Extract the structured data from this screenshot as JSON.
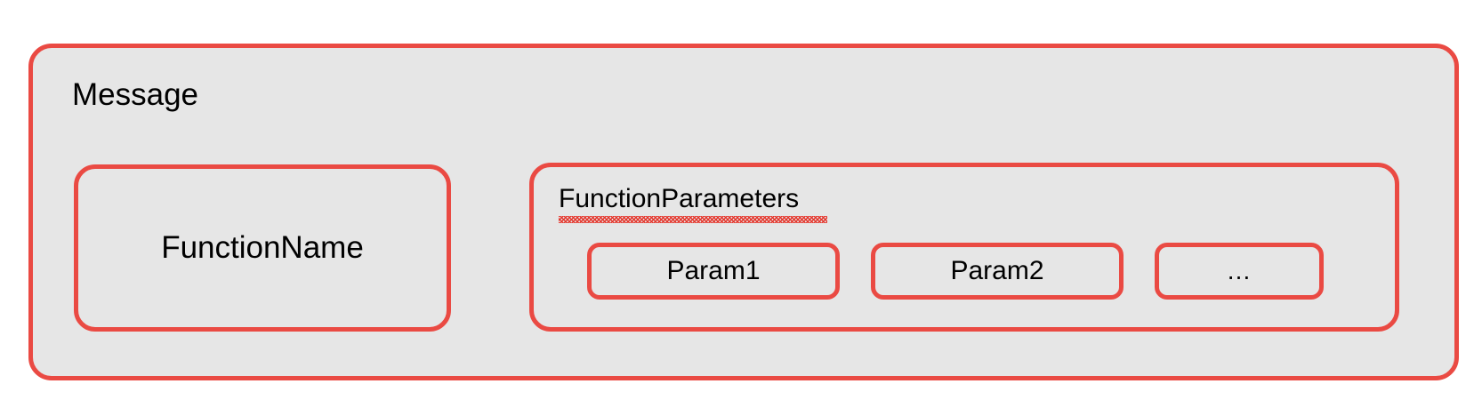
{
  "diagram": {
    "title": "Message",
    "colors": {
      "border": "#ea4a43",
      "fill": "#e6e6e6",
      "text": "#000000",
      "spellcheck_underline": "#e5352b",
      "background": "#ffffff"
    },
    "message_container": {
      "label": "Message"
    },
    "function_name_box": {
      "label": "FunctionName"
    },
    "function_parameters_box": {
      "label": "FunctionParameters",
      "has_spellcheck_underline": true,
      "params": [
        {
          "label": "Param1",
          "size": "wide"
        },
        {
          "label": "Param2",
          "size": "wide"
        },
        {
          "label": "…",
          "size": "narrow"
        }
      ]
    }
  }
}
